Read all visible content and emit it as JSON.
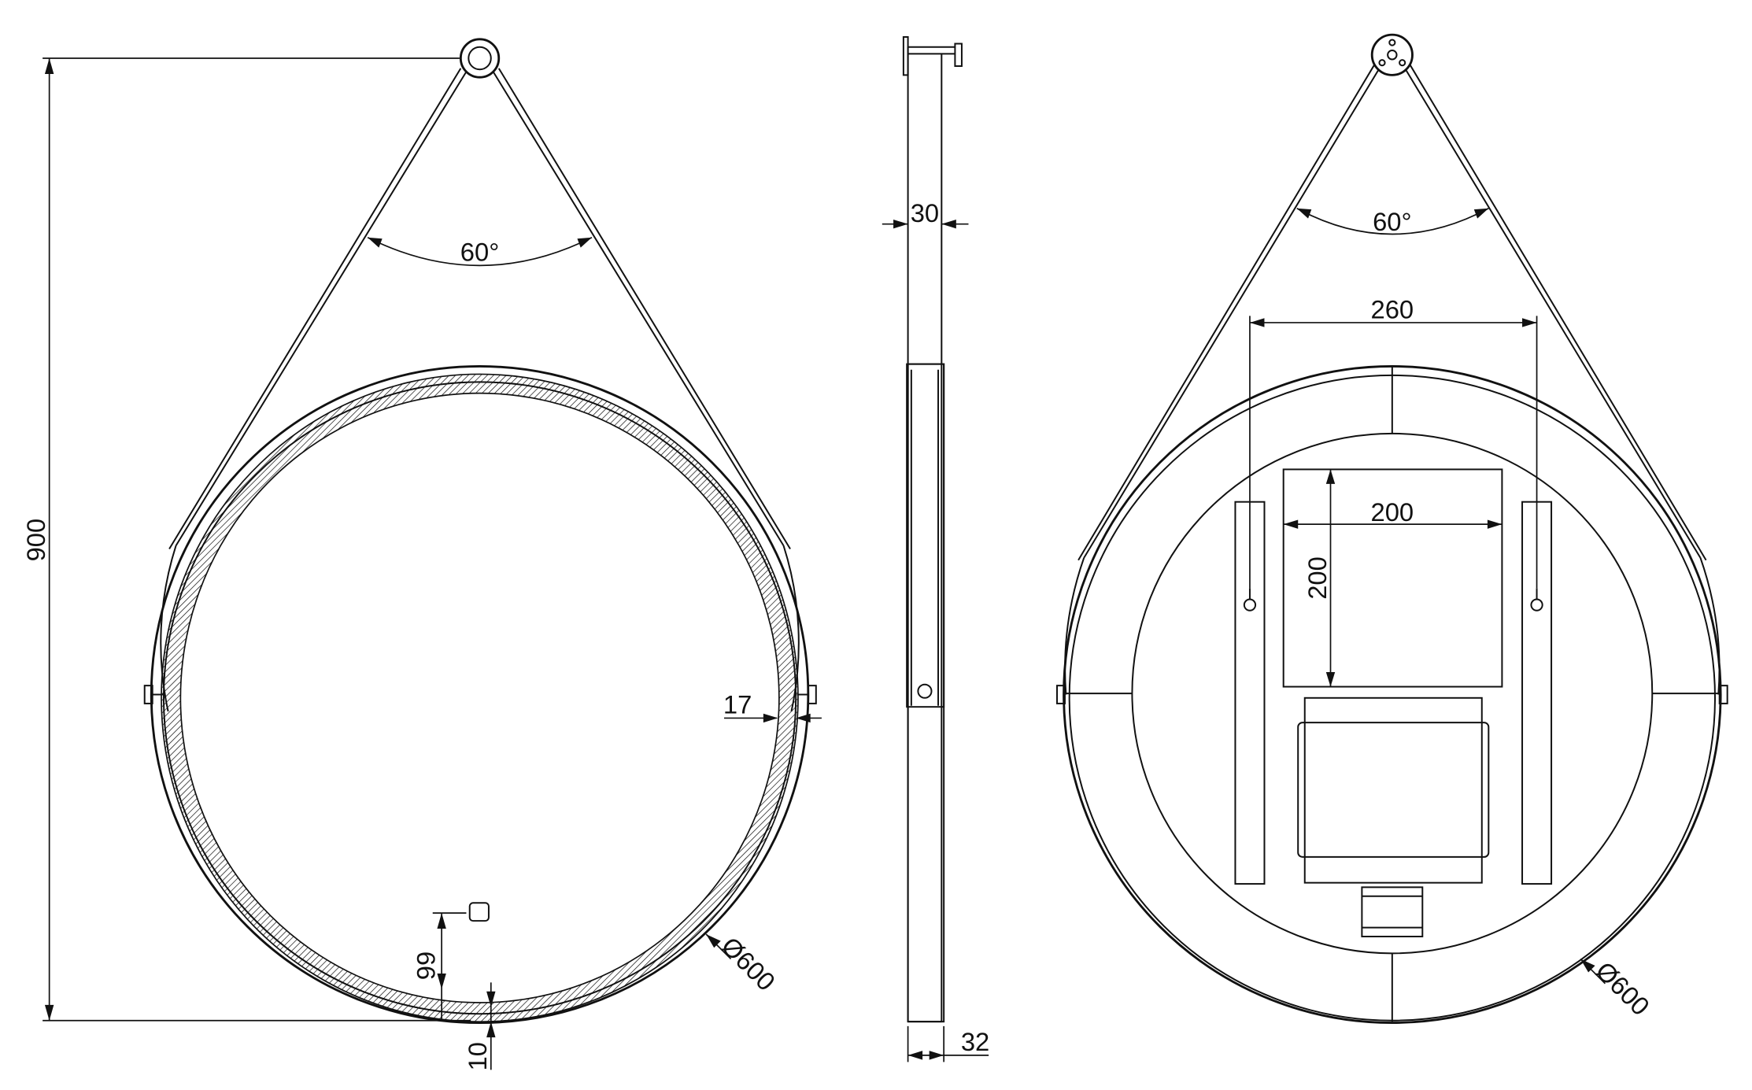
{
  "drawing": {
    "front_view": {
      "height_label": "900",
      "angle_label": "60°",
      "frame_width_label": "17",
      "diameter_label": "Ø600",
      "sensor_height_label": "99",
      "bottom_offset_label": "10"
    },
    "side_view": {
      "strap_thickness_label": "30",
      "depth_label": "32"
    },
    "back_view": {
      "angle_label": "60°",
      "bracket_spacing_label": "260",
      "box_width_label": "200",
      "box_height_label": "200",
      "diameter_label": "Ø600"
    }
  }
}
